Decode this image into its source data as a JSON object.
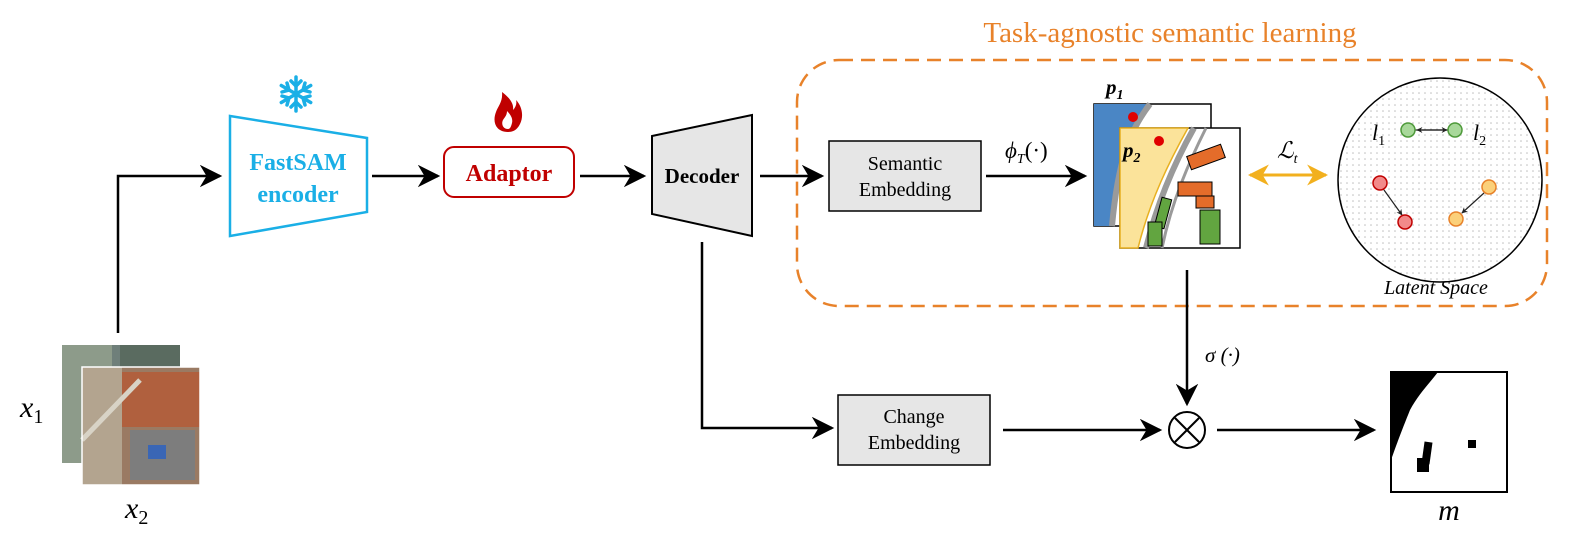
{
  "title": "Task-agnostic semantic learning",
  "nodes": {
    "input_x1": "x",
    "input_x1_sub": "1",
    "input_x2": "x",
    "input_x2_sub": "2",
    "encoder_line1": "FastSAM",
    "encoder_line2": "encoder",
    "adaptor": "Adaptor",
    "decoder": "Decoder",
    "semantic_embedding_line1": "Semantic",
    "semantic_embedding_line2": "Embedding",
    "change_embedding_line1": "Change",
    "change_embedding_line2": "Embedding",
    "phi_label": "ϕ",
    "phi_sub": "T",
    "phi_args": "(·)",
    "p1": "p",
    "p1_sub": "1",
    "p2": "p",
    "p2_sub": "2",
    "loss": "ℒ",
    "loss_sub": "t",
    "l1": "l",
    "l1_sub": "1",
    "l2": "l",
    "l2_sub": "2",
    "latent_space": "Latent Space",
    "sigma": "σ (·)",
    "multiply": "⊗",
    "output_m": "m"
  },
  "icons": {
    "frozen": "snowflake-icon",
    "trainable": "flame-icon"
  },
  "colors": {
    "orange": "#E8822A",
    "cyan": "#1AAFE6",
    "red": "#C00000",
    "gold": "#F2B01E",
    "box_fill": "#E6E6E6"
  }
}
